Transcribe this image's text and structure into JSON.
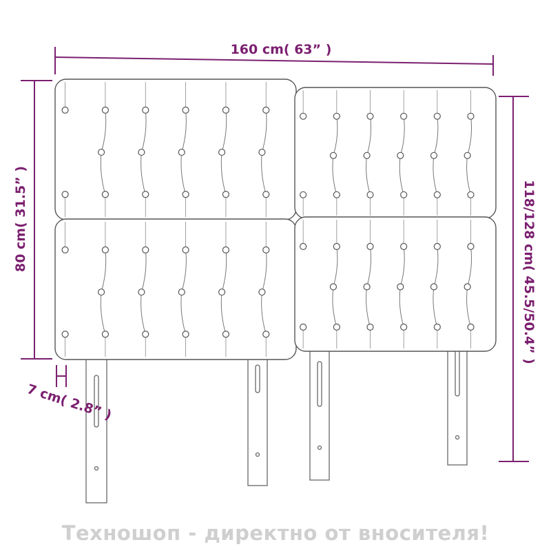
{
  "dimensions": {
    "width": "160 cm( 63” )",
    "height": "80 cm( 31.5” )",
    "depth": "7 cm( 2.8” )",
    "total_height": "118/128 cm( 45.5/50.4” )"
  },
  "watermark": "Техношоп - директно от вносителя!",
  "colors": {
    "dimension": "#7b1f6f",
    "outline": "#555555",
    "watermark": "#cfcfcf"
  }
}
